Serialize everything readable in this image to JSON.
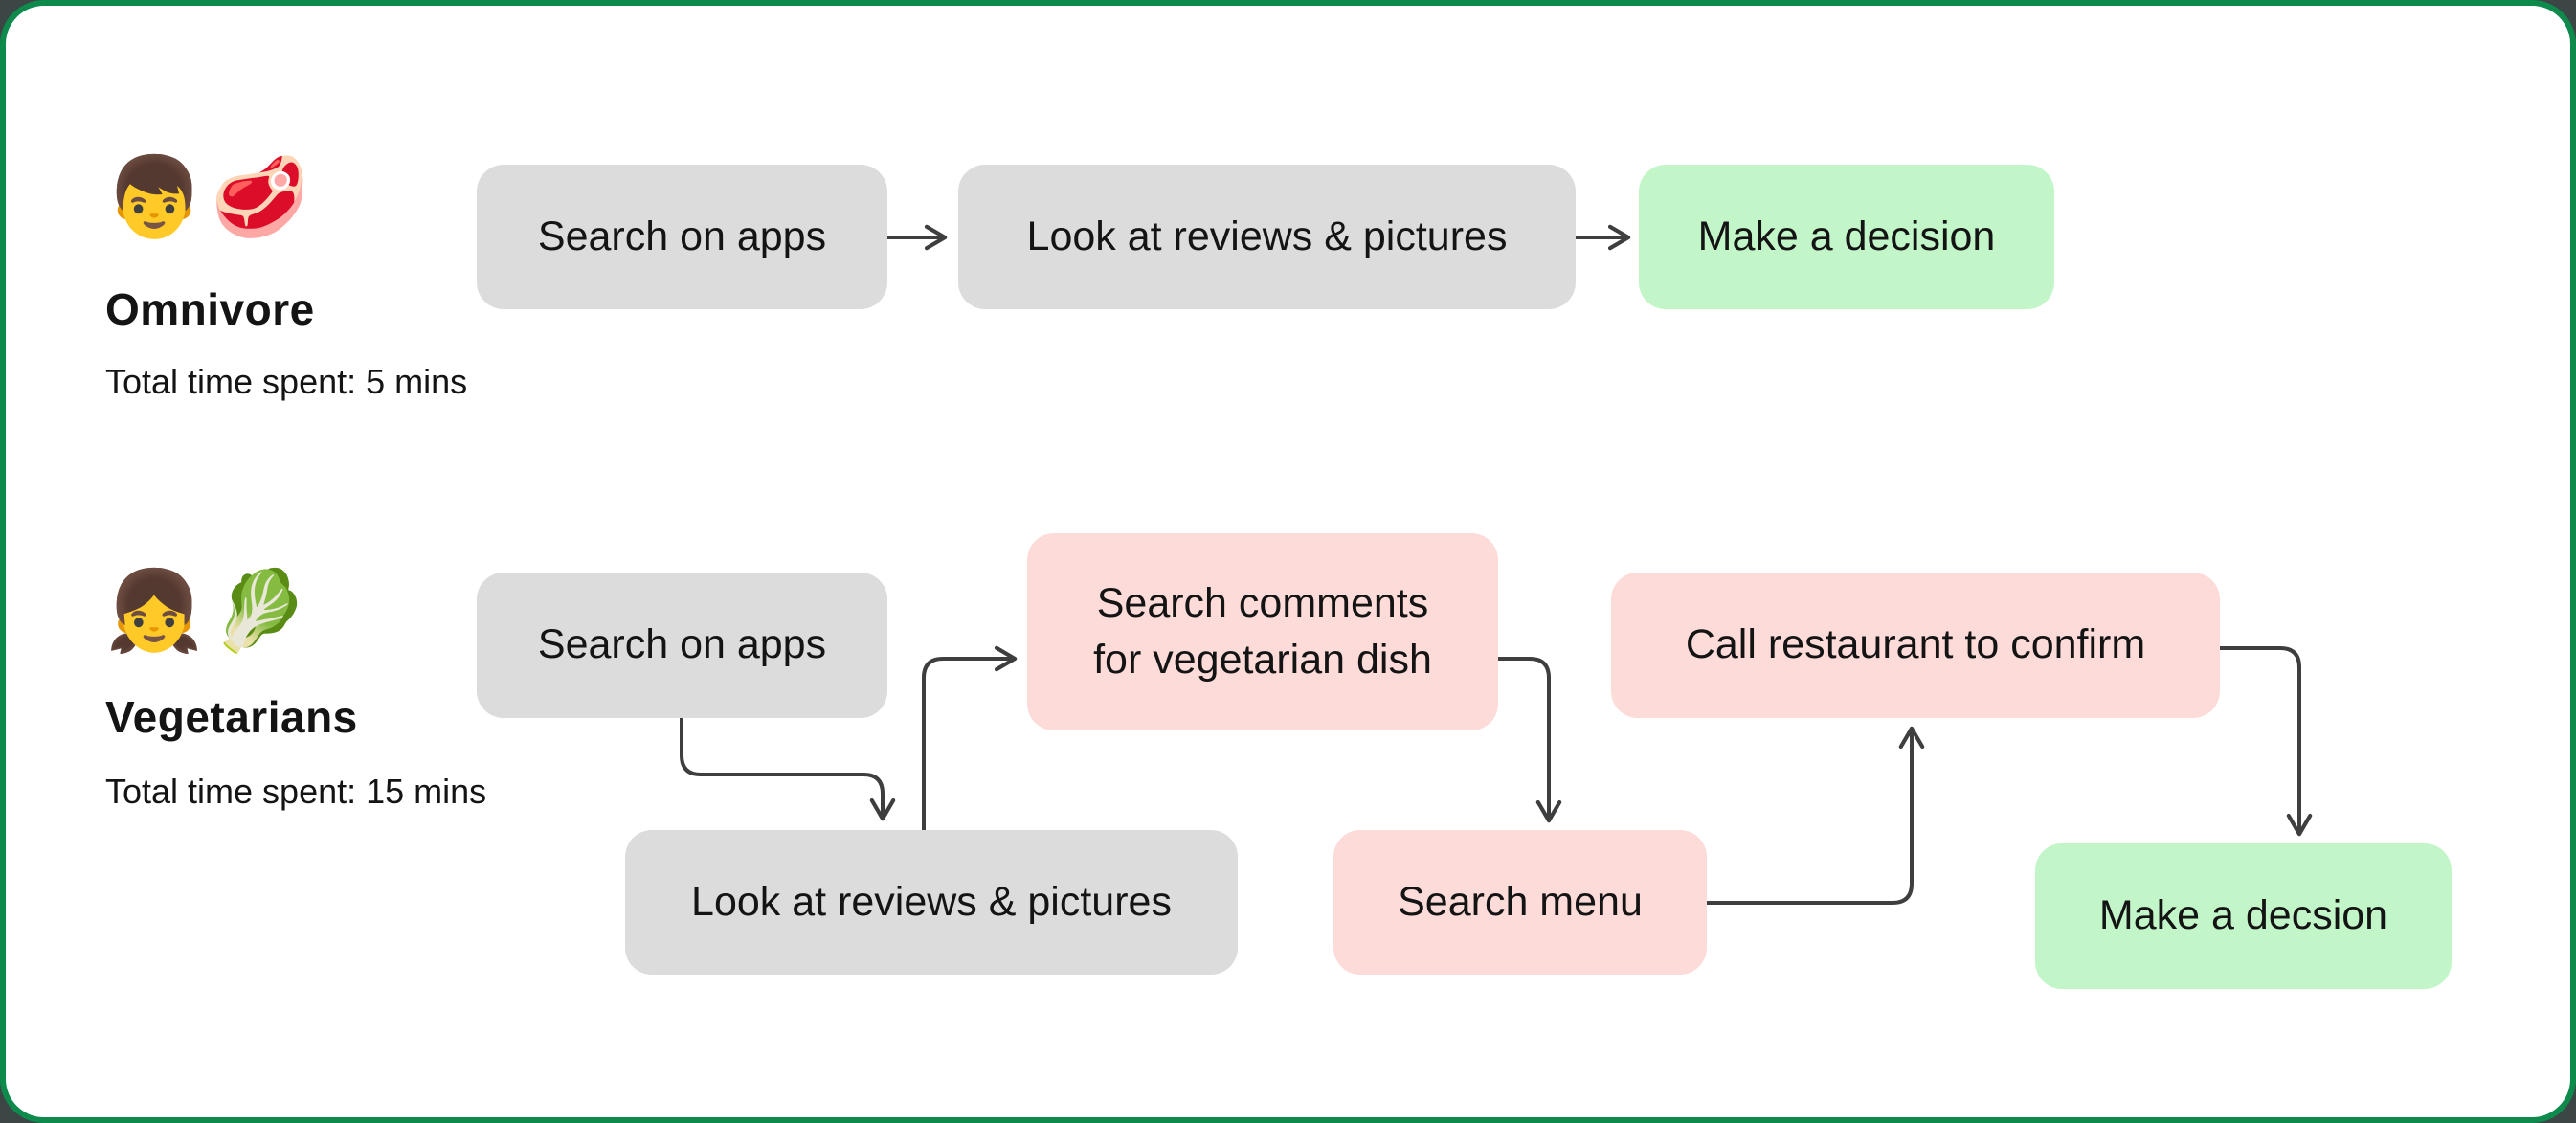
{
  "colors": {
    "card_border": "#0e8a4d",
    "page_background": "#3b4645",
    "node_default": "#dcdcdc",
    "node_highlight": "#fcdbd9",
    "node_success": "#c2f6c9",
    "arrow": "#3e3e3e",
    "text": "#141414"
  },
  "sections": {
    "omnivore": {
      "emoji": "👦🥩",
      "title": "Omnivore",
      "time": "Total time spent: 5 mins"
    },
    "vegetarians": {
      "emoji": "👧🥬",
      "title": "Vegetarians",
      "time": "Total time spent: 15 mins"
    }
  },
  "nodes": {
    "omni_search": {
      "label": "Search on apps",
      "kind": "default"
    },
    "omni_reviews": {
      "label": "Look at reviews & pictures",
      "kind": "default"
    },
    "omni_decide": {
      "label": "Make a decision",
      "kind": "success"
    },
    "veg_search": {
      "label": "Search on apps",
      "kind": "default"
    },
    "veg_comments": {
      "label": "Search comments\nfor vegetarian dish",
      "kind": "highlight"
    },
    "veg_reviews": {
      "label": "Look at reviews & pictures",
      "kind": "default"
    },
    "veg_menu": {
      "label": "Search menu",
      "kind": "highlight"
    },
    "veg_call": {
      "label": "Call restaurant to confirm",
      "kind": "highlight"
    },
    "veg_decide": {
      "label": "Make a decsion",
      "kind": "success"
    }
  },
  "edges": [
    {
      "from": "omni_search",
      "to": "omni_reviews"
    },
    {
      "from": "omni_reviews",
      "to": "omni_decide"
    },
    {
      "from": "veg_search",
      "to": "veg_reviews"
    },
    {
      "from": "veg_reviews",
      "to": "veg_comments"
    },
    {
      "from": "veg_comments",
      "to": "veg_menu"
    },
    {
      "from": "veg_menu",
      "to": "veg_call"
    },
    {
      "from": "veg_call",
      "to": "veg_decide"
    }
  ]
}
